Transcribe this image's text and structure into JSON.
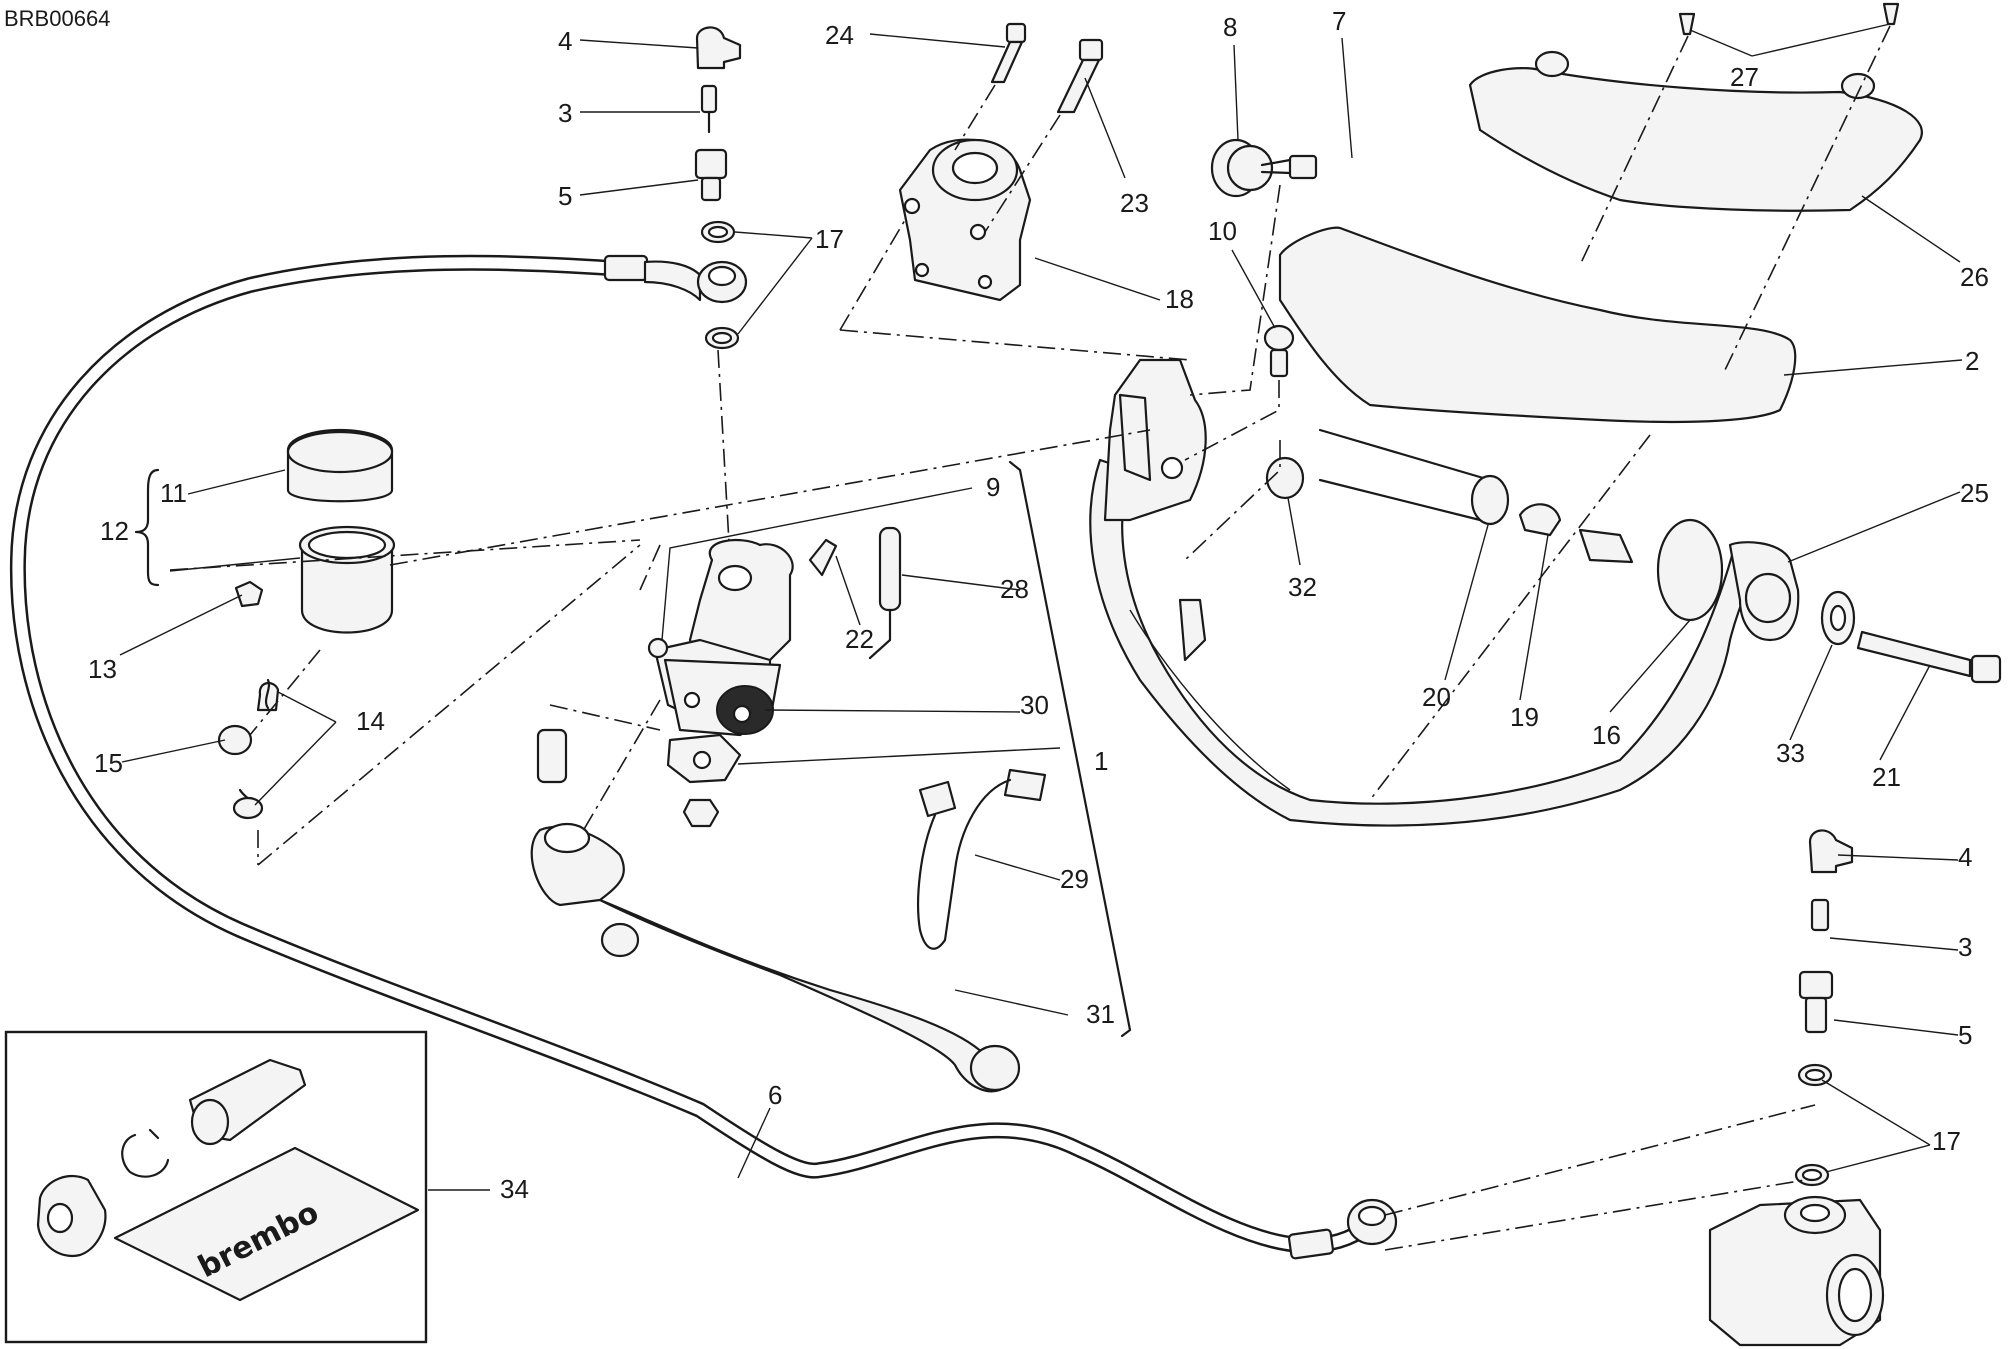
{
  "diagram": {
    "code": "BRB00664",
    "kit_logo": "brembo",
    "callouts": [
      {
        "id": "c4a",
        "label": "4"
      },
      {
        "id": "c3a",
        "label": "3"
      },
      {
        "id": "c5a",
        "label": "5"
      },
      {
        "id": "c17a",
        "label": "17"
      },
      {
        "id": "c24",
        "label": "24"
      },
      {
        "id": "c23",
        "label": "23"
      },
      {
        "id": "c18",
        "label": "18"
      },
      {
        "id": "c8",
        "label": "8"
      },
      {
        "id": "c7",
        "label": "7"
      },
      {
        "id": "c10",
        "label": "10"
      },
      {
        "id": "c27",
        "label": "27"
      },
      {
        "id": "c26",
        "label": "26"
      },
      {
        "id": "c2",
        "label": "2"
      },
      {
        "id": "c11",
        "label": "11"
      },
      {
        "id": "c12",
        "label": "12"
      },
      {
        "id": "c13",
        "label": "13"
      },
      {
        "id": "c14",
        "label": "14"
      },
      {
        "id": "c15",
        "label": "15"
      },
      {
        "id": "c9",
        "label": "9"
      },
      {
        "id": "c28",
        "label": "28"
      },
      {
        "id": "c22",
        "label": "22"
      },
      {
        "id": "c30",
        "label": "30"
      },
      {
        "id": "c1",
        "label": "1"
      },
      {
        "id": "c29",
        "label": "29"
      },
      {
        "id": "c31",
        "label": "31"
      },
      {
        "id": "c32",
        "label": "32"
      },
      {
        "id": "c20",
        "label": "20"
      },
      {
        "id": "c19",
        "label": "19"
      },
      {
        "id": "c16",
        "label": "16"
      },
      {
        "id": "c25",
        "label": "25"
      },
      {
        "id": "c33",
        "label": "33"
      },
      {
        "id": "c21",
        "label": "21"
      },
      {
        "id": "c4b",
        "label": "4"
      },
      {
        "id": "c3b",
        "label": "3"
      },
      {
        "id": "c5b",
        "label": "5"
      },
      {
        "id": "c17b",
        "label": "17"
      },
      {
        "id": "c6",
        "label": "6"
      },
      {
        "id": "c34",
        "label": "34"
      }
    ]
  }
}
